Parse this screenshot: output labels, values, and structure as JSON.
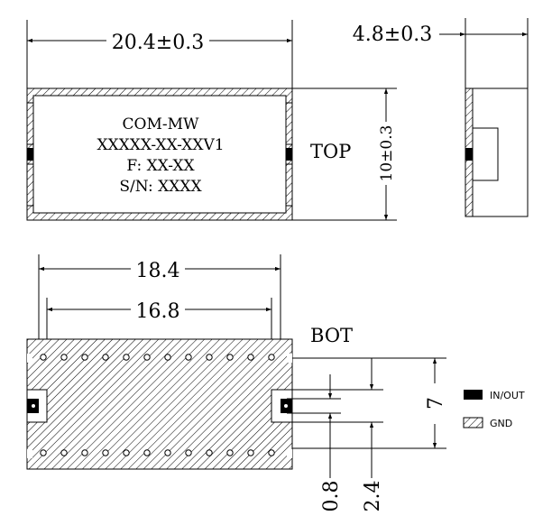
{
  "top_view": {
    "dim_width": "20.4±0.3",
    "dim_height": "10±0.3",
    "dim_thickness": "4.8±0.3",
    "marking": [
      "COM-MW",
      "XXXXX-XX-XXV1",
      "F: XX-XX",
      "S/N: XXXX"
    ],
    "view_label": "TOP"
  },
  "bottom_view": {
    "dim_outer": "18.4",
    "dim_inner": "16.8",
    "view_label": "BOT",
    "dim_pitch": "7",
    "dim_pad": "0.8",
    "dim_offset": "2.4"
  },
  "legend": [
    {
      "label": "IN/OUT",
      "swatch": "solid",
      "color": "#000000"
    },
    {
      "label": "GND",
      "swatch": "hatched",
      "color": "#000000"
    }
  ]
}
